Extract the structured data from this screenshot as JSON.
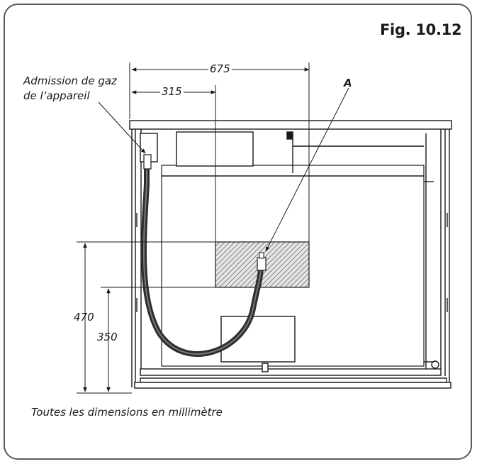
{
  "figure": {
    "label": "Fig. 10.12"
  },
  "labels": {
    "gas_inlet_line1": "Admission de gaz",
    "gas_inlet_line2": "de l’appareil",
    "callout_a": "A"
  },
  "dimensions": {
    "width_total": "675",
    "width_partial": "315",
    "height_total": "470",
    "height_partial": "350"
  },
  "footnote": "Toutes les dimensions en millimètre",
  "colors": {
    "line": "#1a1a1a",
    "hatch": "#6a6a6a",
    "hose": "#3a3a3a",
    "frame": "#5b5b5b"
  }
}
